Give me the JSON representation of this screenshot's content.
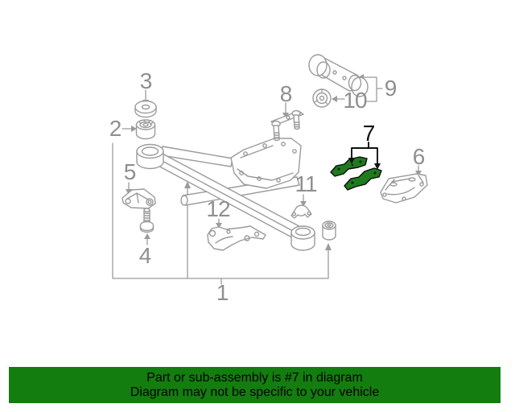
{
  "figure": {
    "type": "exploded-parts-diagram",
    "highlighted_callout": "7",
    "line_color": "#9b9b9b",
    "label_color": "#8f8f8f",
    "highlight_label_color": "#111111",
    "highlight_fill": "#1e7b1e",
    "highlight_outline": "#0a0a0a",
    "callouts": [
      {
        "number": "1"
      },
      {
        "number": "2"
      },
      {
        "number": "3"
      },
      {
        "number": "4"
      },
      {
        "number": "5"
      },
      {
        "number": "6"
      },
      {
        "number": "7"
      },
      {
        "number": "8"
      },
      {
        "number": "9"
      },
      {
        "number": "10"
      },
      {
        "number": "11"
      },
      {
        "number": "12"
      }
    ]
  },
  "banner": {
    "line1": "Part or sub-assembly is #7 in diagram",
    "line2": "Diagram may not be specific to your vehicle",
    "background_color": "#147d0f",
    "text_color": "#000000"
  }
}
